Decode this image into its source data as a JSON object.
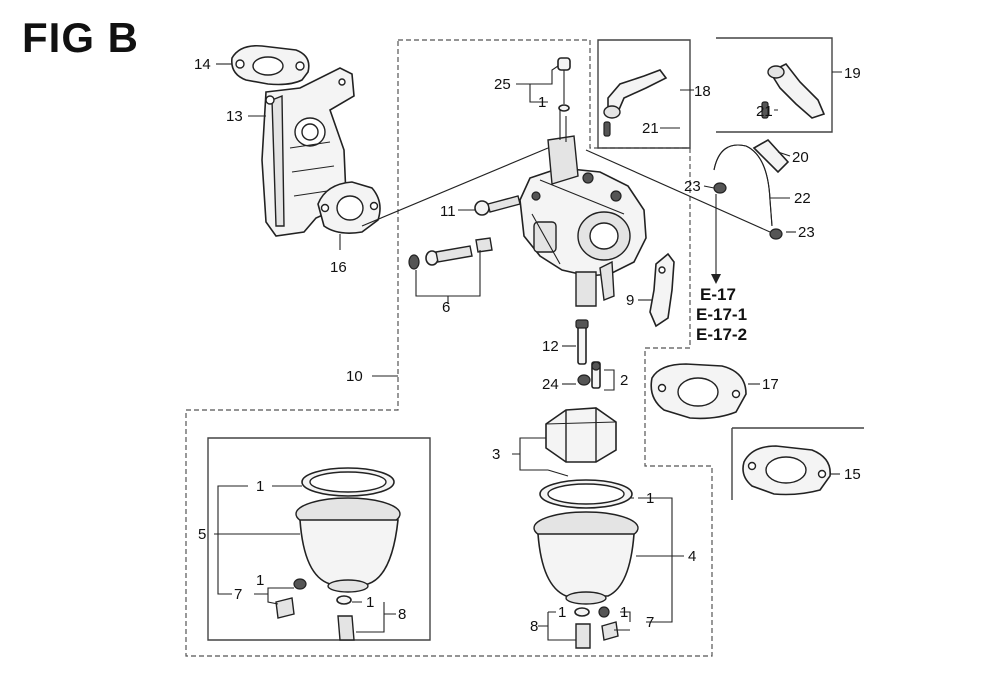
{
  "figure": {
    "title": "FIG B"
  },
  "labels": {
    "p1a": "1",
    "p1b": "1",
    "p1c": "1",
    "p1d": "1",
    "p1e": "1",
    "p1f": "1",
    "p1g": "1",
    "p2": "2",
    "p3": "3",
    "p4": "4",
    "p5": "5",
    "p6": "6",
    "p7a": "7",
    "p7b": "7",
    "p8a": "8",
    "p8b": "8",
    "p9": "9",
    "p10": "10",
    "p11": "11",
    "p12": "12",
    "p13": "13",
    "p14": "14",
    "p15": "15",
    "p16": "16",
    "p17": "17",
    "p18": "18",
    "p19": "19",
    "p20": "20",
    "p21a": "21",
    "p21b": "21",
    "p22": "22",
    "p23a": "23",
    "p23b": "23",
    "p24": "24",
    "p25": "25"
  },
  "references": [
    "E-17",
    "E-17-1",
    "E-17-2"
  ]
}
